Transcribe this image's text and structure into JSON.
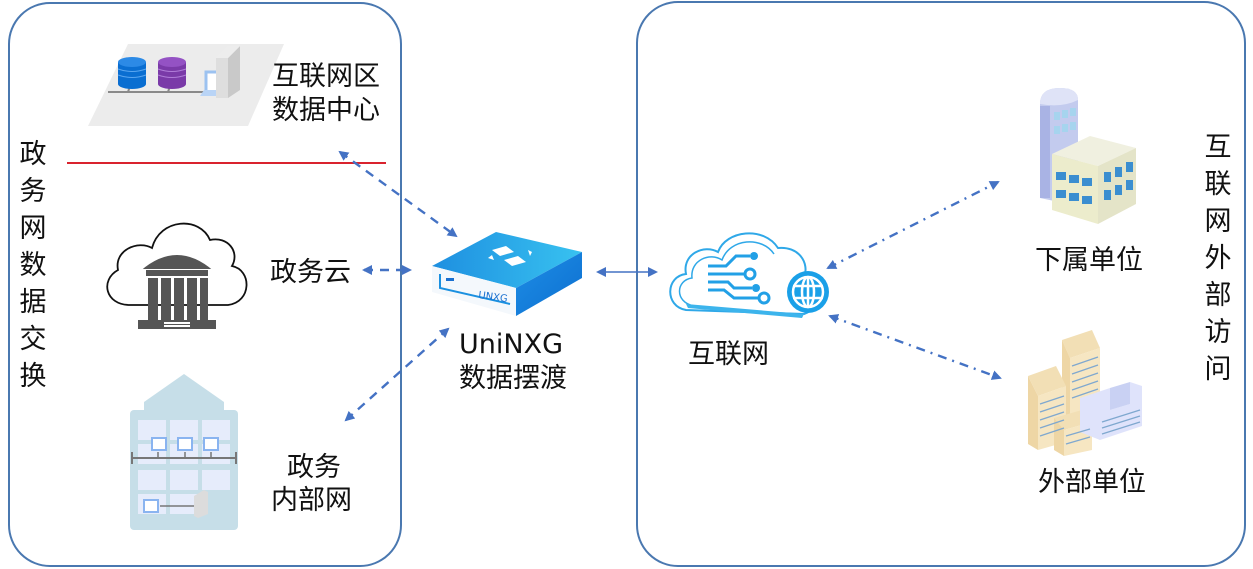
{
  "diagram": {
    "left_zone": {
      "title_vertical": "政务网数据交换",
      "nodes": {
        "internet_dc": {
          "label_line1": "互联网区",
          "label_line2": "数据中心",
          "icon": "datacenter-icon"
        },
        "gov_cloud": {
          "label": "政务云",
          "icon": "cloud-government-building-icon"
        },
        "gov_intranet": {
          "label_line1": "政务",
          "label_line2": "内部网",
          "icon": "office-building-network-icon"
        }
      },
      "separator_color": "#d9232e"
    },
    "center": {
      "device": {
        "label_line1": "UniNXG",
        "label_line2": "数据摆渡",
        "badge": "UNXG",
        "icon": "gateway-appliance-icon"
      }
    },
    "right_zone": {
      "title_vertical": "互联网外部访问",
      "nodes": {
        "internet": {
          "label": "互联网",
          "icon": "cloud-globe-icon"
        },
        "subordinate": {
          "label": "下属单位",
          "icon": "office-building-icon"
        },
        "external": {
          "label": "外部单位",
          "icon": "building-cluster-icon"
        }
      }
    },
    "connections": [
      {
        "from": "internet_dc",
        "to": "UniNXG",
        "style": "dashed",
        "direction": "bidirectional"
      },
      {
        "from": "gov_cloud",
        "to": "UniNXG",
        "style": "dashed",
        "direction": "bidirectional"
      },
      {
        "from": "gov_intranet",
        "to": "UniNXG",
        "style": "dashed",
        "direction": "bidirectional"
      },
      {
        "from": "UniNXG",
        "to": "internet",
        "style": "solid",
        "direction": "bidirectional"
      },
      {
        "from": "internet",
        "to": "subordinate",
        "style": "dash-dot",
        "direction": "bidirectional"
      },
      {
        "from": "internet",
        "to": "external",
        "style": "dash-dot",
        "direction": "bidirectional"
      }
    ],
    "colors": {
      "border": "#4a78b0",
      "arrow": "#4472c4",
      "accent": "#1a9be0",
      "separator": "#d9232e"
    }
  }
}
